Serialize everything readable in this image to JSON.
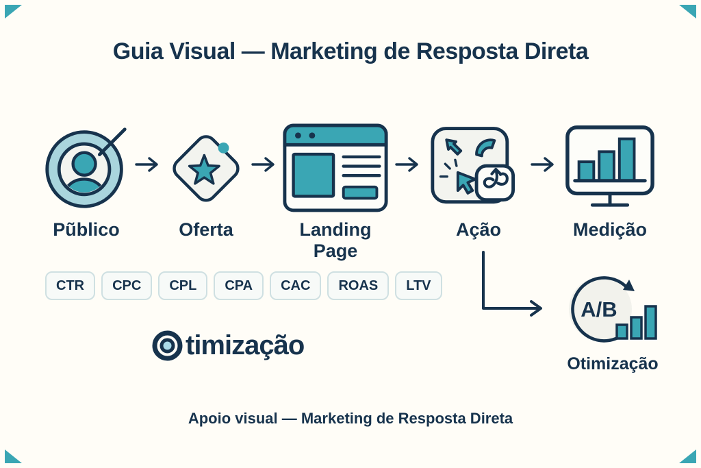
{
  "colors": {
    "navy": "#17334d",
    "teal": "#3aa6b4",
    "light-teal": "#a9d5dd",
    "paper-fill": "#f3f4ef",
    "chip-bg": "#f7faf8",
    "chip-border": "#cfe0e2",
    "bullseye-center": "#abdcea",
    "bg": "#fffdf7"
  },
  "header": {
    "title": "Guia Visual — Marketing de Resposta Direta"
  },
  "flow": {
    "steps": [
      {
        "label": "Pũblico",
        "icon": "audience-target-icon"
      },
      {
        "label": "Oferta",
        "icon": "offer-tag-icon"
      },
      {
        "label": "Landing Page",
        "icon": "landing-page-browser-icon"
      },
      {
        "label": "Ação",
        "icon": "action-click-icon"
      },
      {
        "label": "Medição",
        "icon": "measurement-monitor-icon"
      }
    ]
  },
  "metrics": {
    "items": [
      "CTR",
      "CPC",
      "CPL",
      "CPA",
      "CAC",
      "ROAS",
      "LTV"
    ]
  },
  "optimization_headline": {
    "full_word": "Otimização",
    "text_after_icon": "timização"
  },
  "ab_optimization": {
    "badge_text": "A/B",
    "label": "Otimização"
  },
  "footer": {
    "caption": "Apoio visual — Marketing de Resposta Direta"
  }
}
